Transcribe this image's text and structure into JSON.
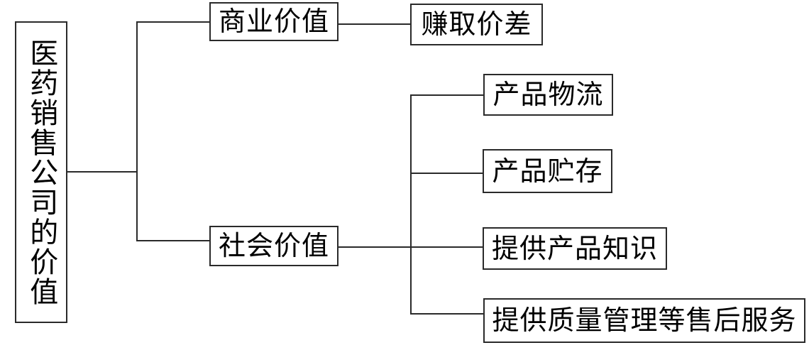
{
  "diagram": {
    "title": "医药销售公司的价值",
    "root": {
      "label": "医药销售公司的价值"
    },
    "branches": [
      {
        "label": "商业价值",
        "children": [
          {
            "label": "赚取价差"
          }
        ]
      },
      {
        "label": "社会价值",
        "children": [
          {
            "label": "产品物流"
          },
          {
            "label": "产品贮存"
          },
          {
            "label": "提供产品知识"
          },
          {
            "label": "提供质量管理等售后服务"
          }
        ]
      }
    ],
    "style": {
      "line_color": "#2a2a2a",
      "border_color": "#2a2a2a",
      "background": "#ffffff",
      "text_color": "#000000"
    }
  }
}
